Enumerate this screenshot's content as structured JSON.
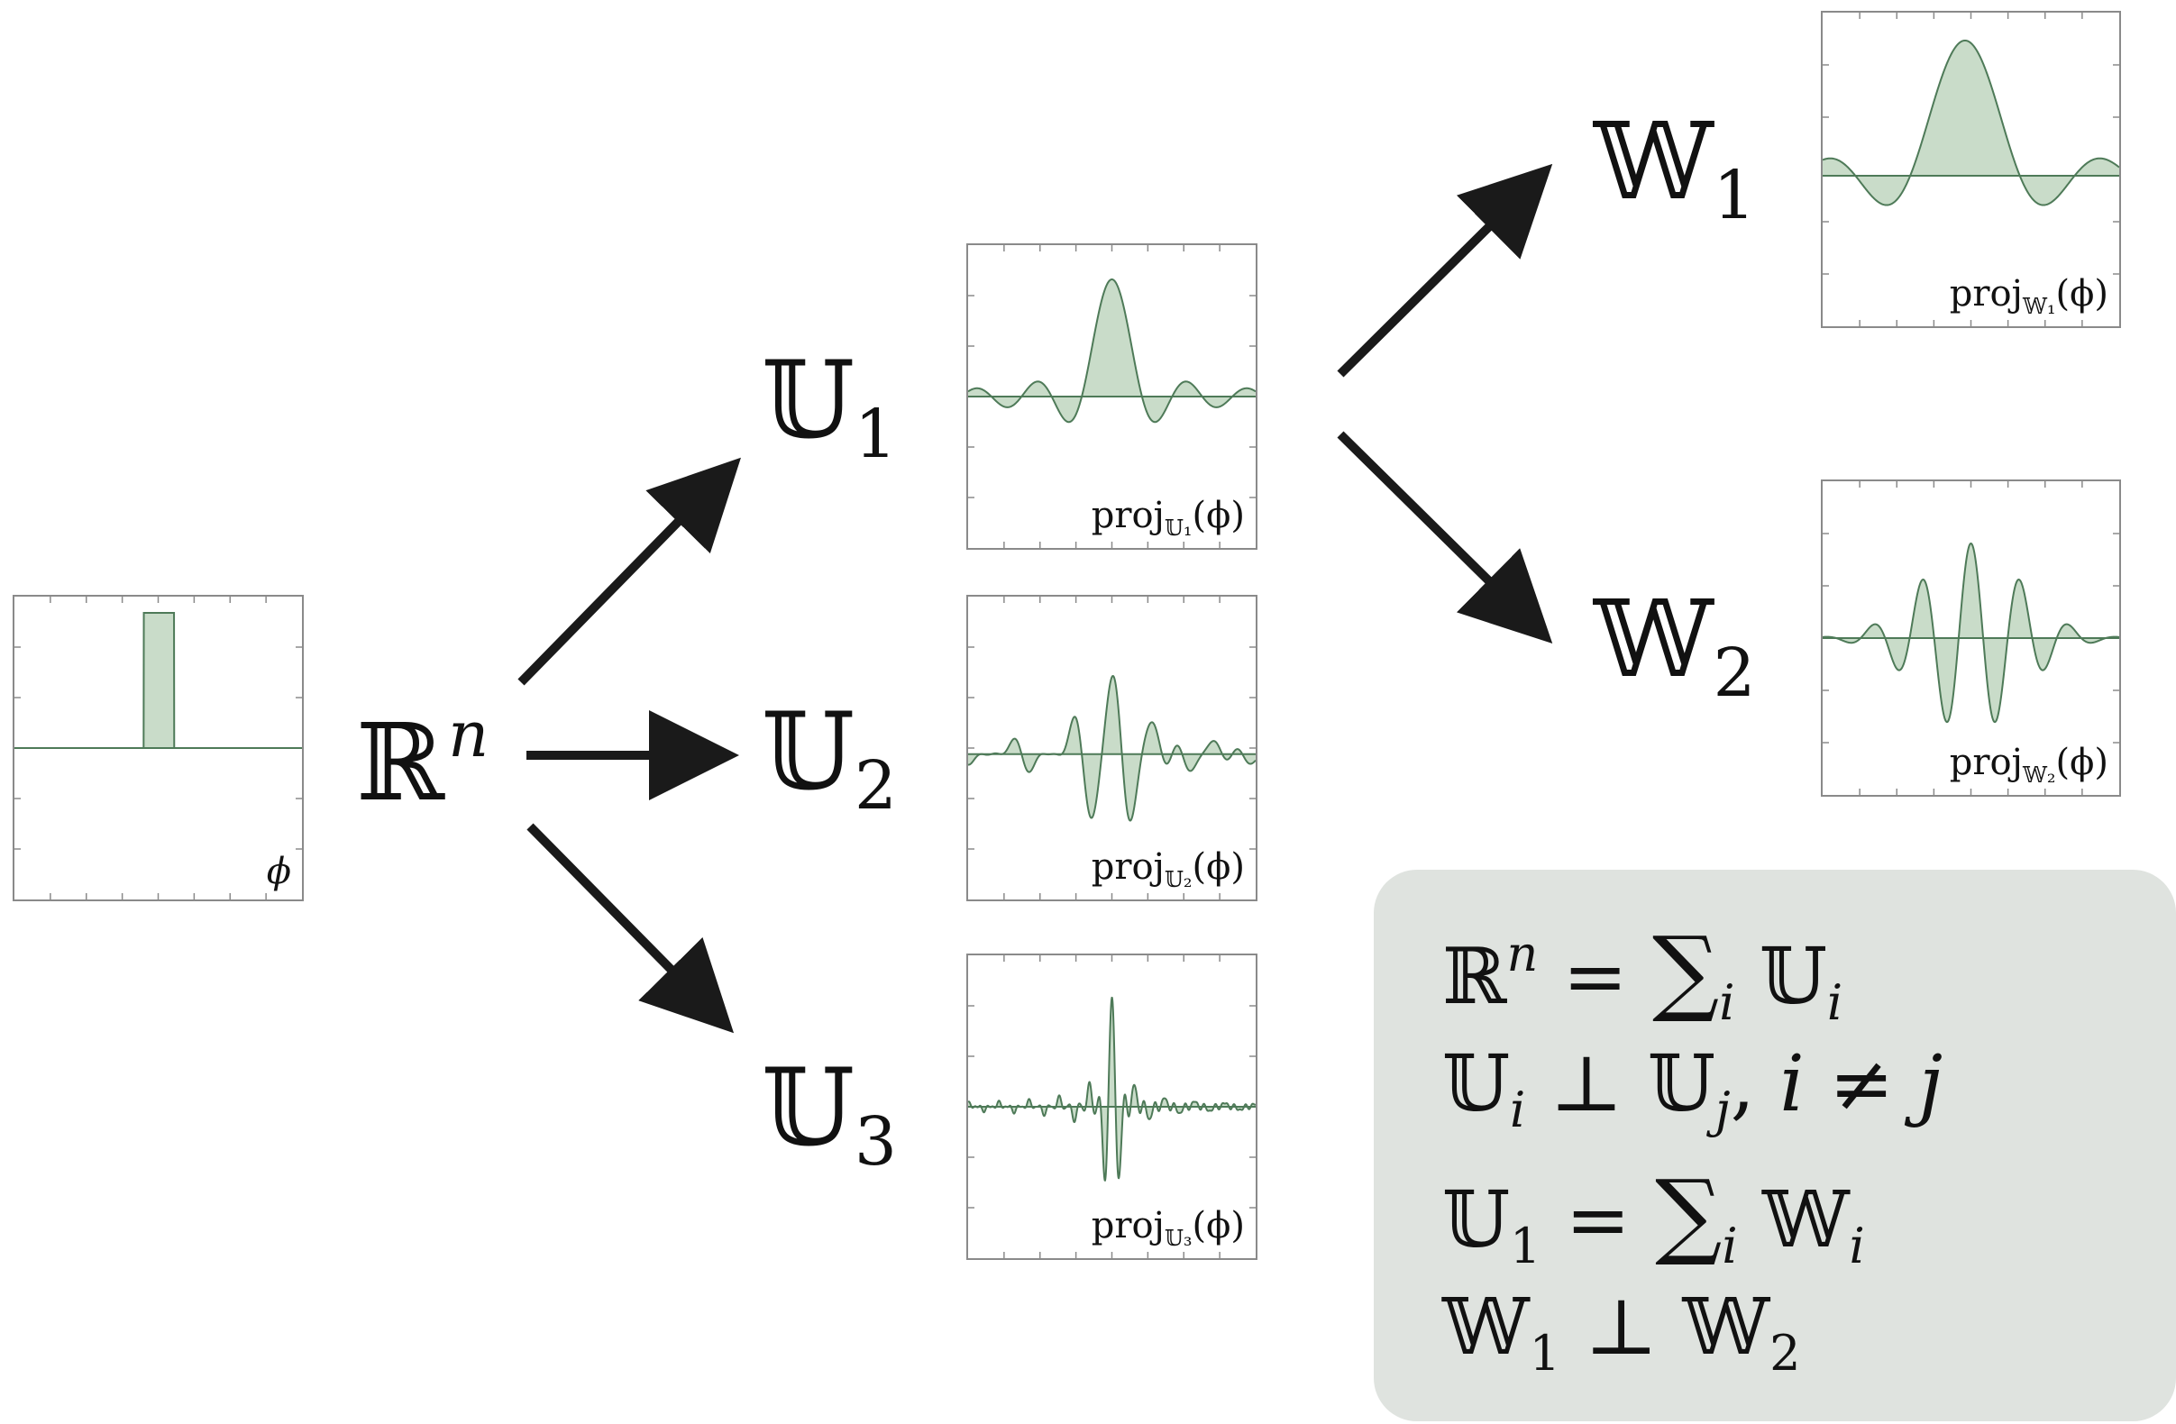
{
  "colors": {
    "fill": "#c9dcc9",
    "stroke": "#4e7a58",
    "frame": "#8a8a8a",
    "arrow": "#1a1a1a",
    "panel": "#dfe3df"
  },
  "nodes": {
    "rn": {
      "letter": "ℝ",
      "sup": "n"
    },
    "u1": {
      "letter": "𝕌",
      "sub": "1"
    },
    "u2": {
      "letter": "𝕌",
      "sub": "2"
    },
    "u3": {
      "letter": "𝕌",
      "sub": "3"
    },
    "w1": {
      "letter": "𝕎",
      "sub": "1"
    },
    "w2": {
      "letter": "𝕎",
      "sub": "2"
    }
  },
  "plots": {
    "phi": {
      "label": "ϕ"
    },
    "u1": {
      "prefix": "proj",
      "sub": "𝕌₁",
      "arg": "(ϕ)"
    },
    "u2": {
      "prefix": "proj",
      "sub": "𝕌₂",
      "arg": "(ϕ)"
    },
    "u3": {
      "prefix": "proj",
      "sub": "𝕌₃",
      "arg": "(ϕ)"
    },
    "w1": {
      "prefix": "proj",
      "sub": "𝕎₁",
      "arg": "(ϕ)"
    },
    "w2": {
      "prefix": "proj",
      "sub": "𝕎₂",
      "arg": "(ϕ)"
    }
  },
  "equations": {
    "eq1": {
      "lhs": "ℝ",
      "lhs_sup": "n",
      "op": " = ",
      "sum": "∑",
      "sum_sub": "i",
      "term": " 𝕌",
      "term_sub": "i"
    },
    "eq2": {
      "a": "𝕌",
      "a_sub": "i",
      "perp": " ⊥ ",
      "b": "𝕌",
      "b_sub": "j",
      "sep": ",  ",
      "i": "i",
      "neq": " ≠ ",
      "j": "j"
    },
    "eq3": {
      "lhs": "𝕌",
      "lhs_sub": "1",
      "op": " = ",
      "sum": "∑",
      "sum_sub": "i",
      "term": " 𝕎",
      "term_sub": "i"
    },
    "eq4": {
      "a": "𝕎",
      "a_sub": "1",
      "perp": " ⊥ ",
      "b": "𝕎",
      "b_sub": "2"
    }
  }
}
